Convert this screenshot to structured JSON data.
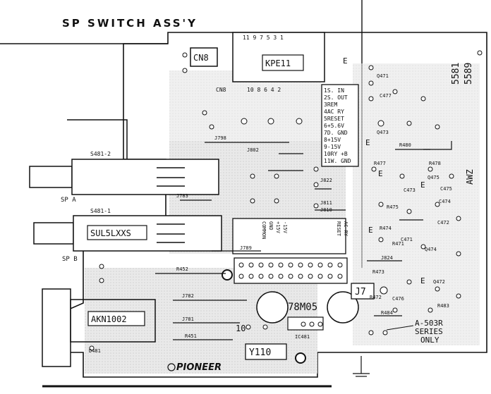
{
  "title": "SP SWITCH ASS'Y",
  "connector_cn8": "CN8",
  "connector_kpe": "KPE11",
  "cn8_small": "CN8",
  "pin_top": "11 9 7 5 3 1",
  "pin_bottom": "10 8 6 4 2",
  "pinout": [
    "1S. IN",
    "2S. OUT",
    "3REM",
    "4AC RY",
    "5RESET",
    "6+5.6V",
    "7D. GND",
    "8+15V",
    "9-15V",
    "10RY +B",
    "11W. GND"
  ],
  "switch_a_ref": "S481-2",
  "switch_b_ref": "S481-1",
  "sp_a": "SP A",
  "sp_b": "SP B",
  "switch_part": "SUL5LXXS",
  "jack_part": "AKN1002",
  "regulator": "78M05",
  "regulator_ref": "IC481",
  "jumper_j7": "J7",
  "label_10": "10",
  "crystal": "Y110",
  "brand": "PIONEER",
  "series_note": [
    "A-503R",
    "SERIES",
    "ONLY"
  ],
  "side_num_1": "5581",
  "side_num_2": "5589",
  "side_code": "AWZ",
  "jumpers": [
    "J798",
    "J802",
    "J783",
    "J822",
    "J811",
    "J810",
    "J824",
    "J782",
    "J781",
    "J789"
  ],
  "component_refs": [
    "R452",
    "R451",
    "R480",
    "R478",
    "R477",
    "R475",
    "R474",
    "R473",
    "R472",
    "R471",
    "R483",
    "R484",
    "C471",
    "C472",
    "C473",
    "C474",
    "C475",
    "C476",
    "C477",
    "D481",
    "Q471",
    "Q472",
    "Q473",
    "Q474",
    "Q475"
  ],
  "mid_signal_labels": [
    "COMMON",
    "GND",
    "+15V",
    "-15V",
    "RESET",
    "AC RY"
  ],
  "e_marker": "E"
}
